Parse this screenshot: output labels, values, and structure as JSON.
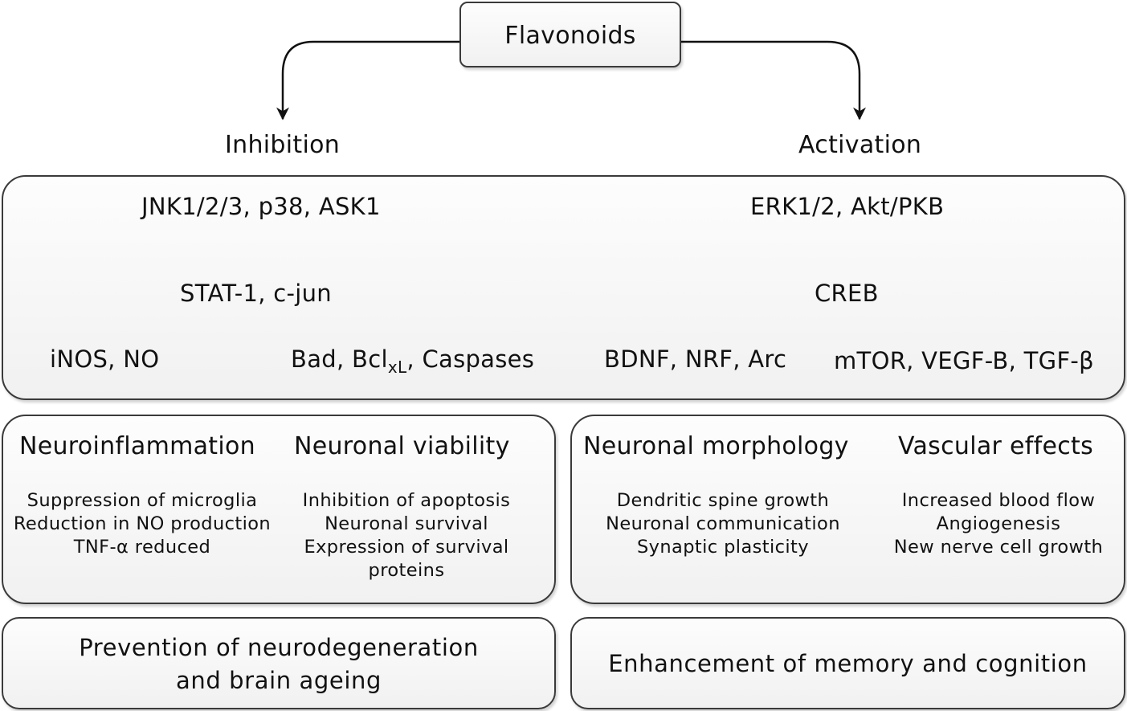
{
  "top": {
    "title": "Flavonoids"
  },
  "branches": {
    "left": "Inhibition",
    "right": "Activation"
  },
  "pathways": {
    "left_kinases": "JNK1/2/3, p38, ASK1",
    "left_tf": "STAT-1, c-jun",
    "inos": "iNOS, NO",
    "bad_prefix": "Bad, Bcl",
    "bad_sub": "xL",
    "bad_suffix": ", Caspases",
    "right_kinases": "ERK1/2, Akt/PKB",
    "right_tf": "CREB",
    "bdnf": "BDNF, NRF, Arc",
    "mtor": "mTOR, VEGF-B, TGF-β"
  },
  "effects": {
    "neuroinflammation": {
      "title": "Neuroinflammation",
      "items": [
        "Suppression of microglia",
        "Reduction in NO production",
        "TNF-α reduced"
      ]
    },
    "viability": {
      "title": "Neuronal viability",
      "items": [
        "Inhibition of apoptosis",
        "Neuronal survival",
        "Expression of survival",
        "proteins"
      ]
    },
    "morphology": {
      "title": "Neuronal morphology",
      "items": [
        "Dendritic spine growth",
        "Neuronal communication",
        "Synaptic plasticity"
      ]
    },
    "vascular": {
      "title": "Vascular effects",
      "items": [
        "Increased blood flow",
        "Angiogenesis",
        "New nerve cell growth"
      ]
    }
  },
  "outcomes": {
    "left_line1": "Prevention of neurodegeneration",
    "left_line2": "and brain ageing",
    "right": "Enhancement of memory and cognition"
  }
}
